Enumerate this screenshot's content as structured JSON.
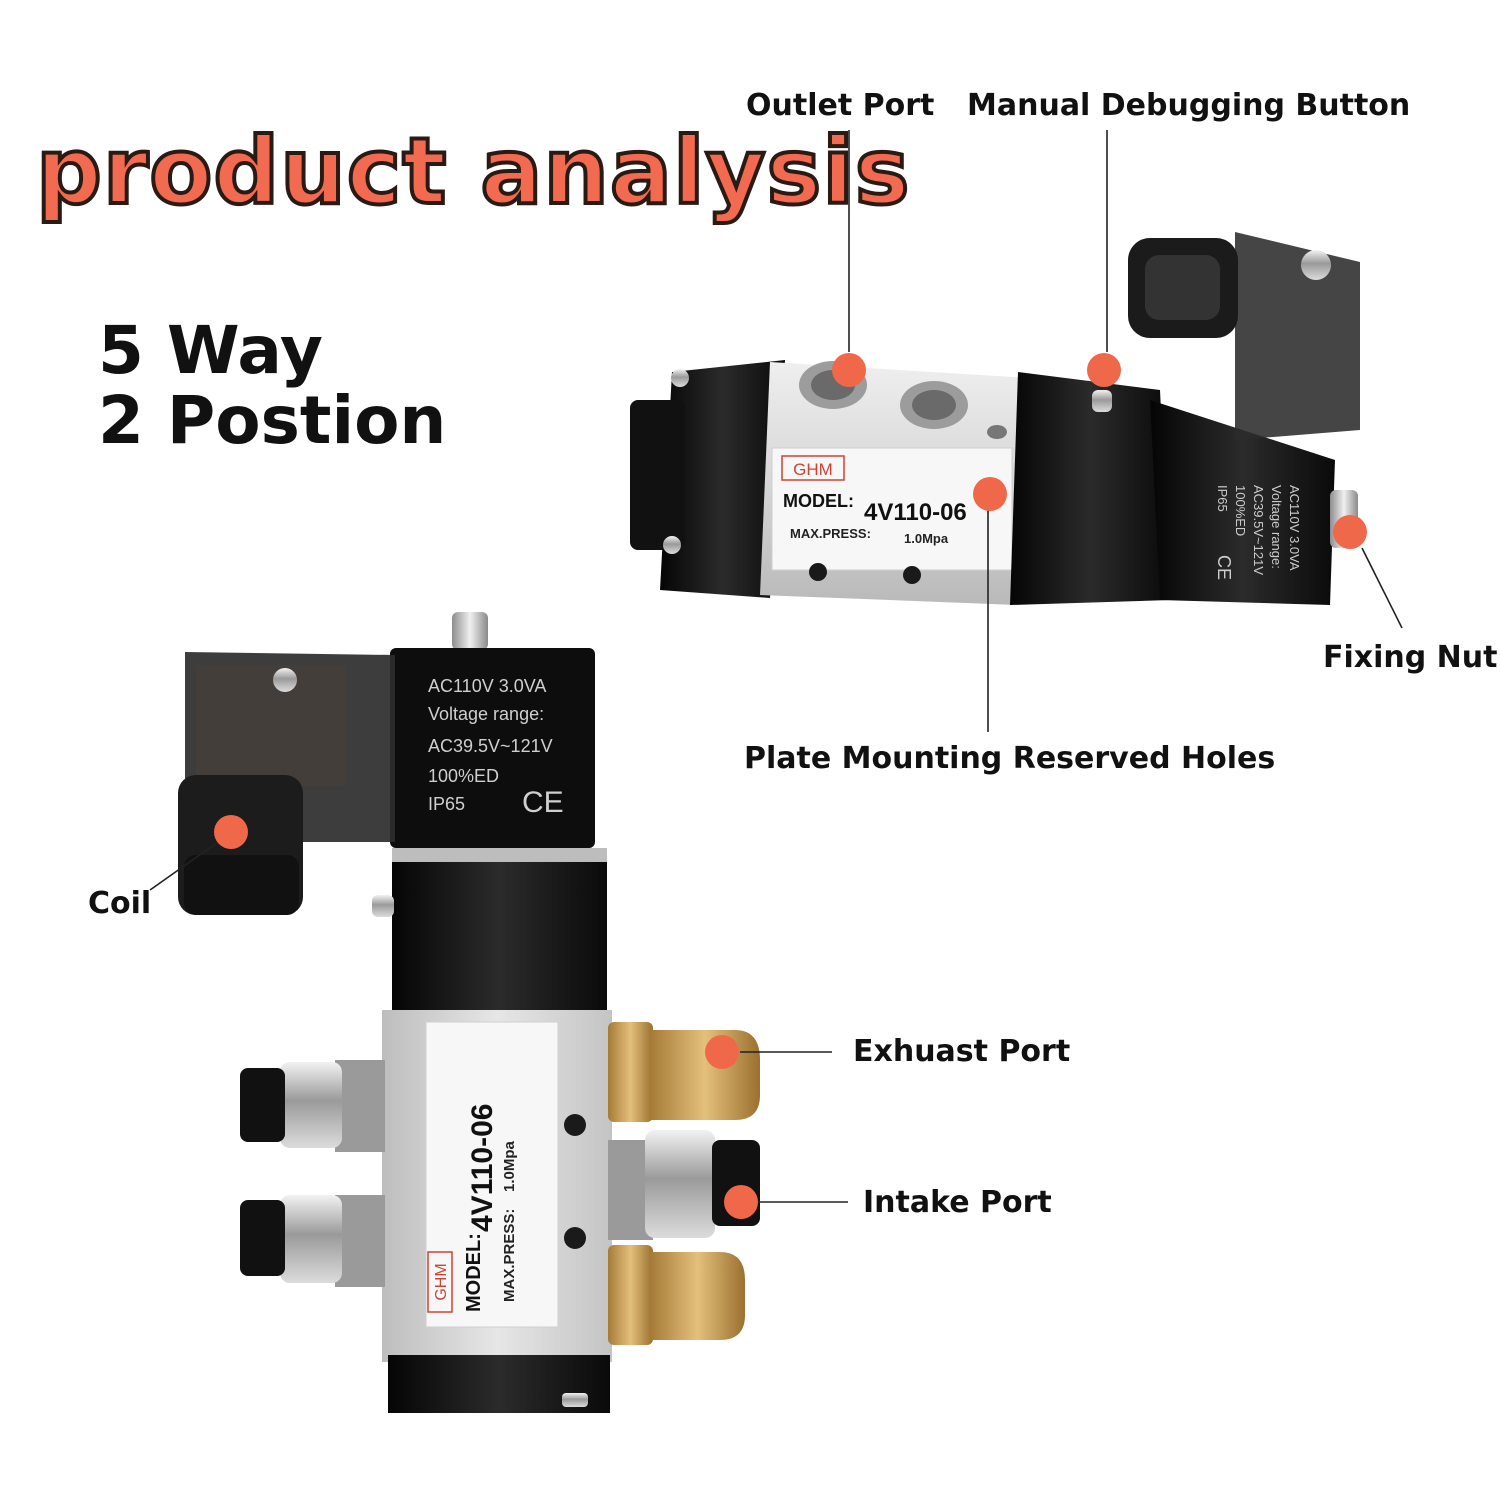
{
  "title": "product analysis",
  "subtitle": {
    "line1": "5 Way",
    "line2": "2 Postion"
  },
  "labels": {
    "outlet_port": "Outlet Port",
    "manual_button": "Manual Debugging Button",
    "fixing_nut": "Fixing Nut",
    "mounting_holes": "Plate Mounting Reserved Holes",
    "coil": "Coil",
    "exhaust_port": "Exhuast Port",
    "intake_port": "Intake Port"
  },
  "valve": {
    "brand": "GHM",
    "model": "MODEL:",
    "model_no": "4V110-06",
    "press_label": "MAX.PRESS:",
    "press_value": "1.0Mpa"
  },
  "coil_text": {
    "line1": "AC110V   3.0VA",
    "line2": "Voltage  range:",
    "line3": "AC39.5V~121V",
    "line4": "100%ED",
    "line5": "IP65",
    "mark": "CE"
  },
  "colors": {
    "accent": "#f26a4f",
    "dot": "#f0684a",
    "aluminum": "#d9d9d9",
    "body": "#141414",
    "brass": "#c9a05a"
  }
}
